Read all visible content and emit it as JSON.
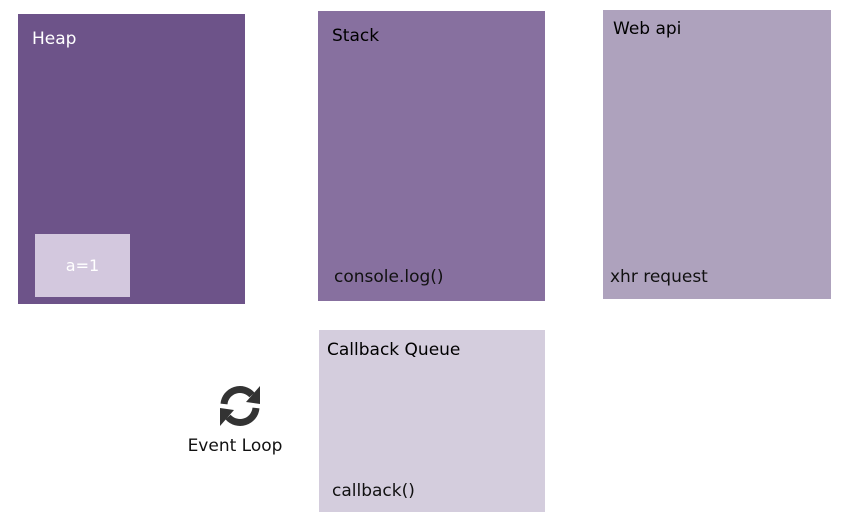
{
  "heap": {
    "title": "Heap",
    "variable": "a=1"
  },
  "stack": {
    "title": "Stack",
    "item": "console.log()"
  },
  "web_api": {
    "title": "Web api",
    "item": "xhr request"
  },
  "callback_queue": {
    "title": "Callback Queue",
    "item": "callback()"
  },
  "event_loop": {
    "label": "Event Loop",
    "icon": "refresh-icon"
  },
  "colors": {
    "heap": "#6d5389",
    "heap_variable": "#d3c8de",
    "stack": "#87709f",
    "web_api": "#aea2bd",
    "callback_queue": "#d4cddd",
    "icon": "#333333"
  }
}
